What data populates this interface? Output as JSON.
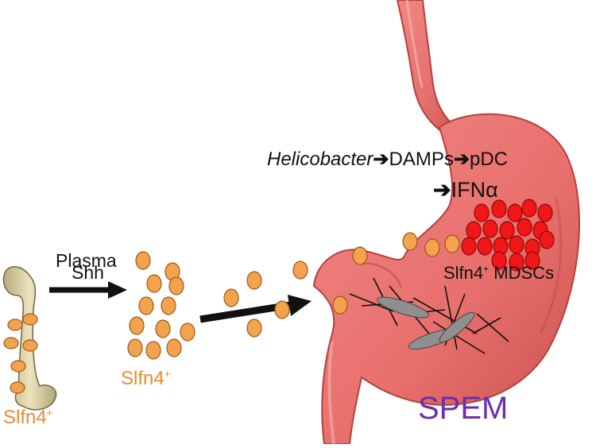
{
  "colors": {
    "cell_orange": "#f3a24e",
    "cell_outline": "#9a5a17",
    "mdsc_red": "#f21616",
    "mdsc_outline": "#8c0a0a",
    "stomach_fill": "#e8706d",
    "stomach_dark": "#b5403e",
    "bone": "#ddd2a4",
    "arrow": "#111111",
    "spem_text": "#6b2fa8",
    "slfn4_text": "#e98a30"
  },
  "icons": [
    "femur-bone-icon",
    "stomach-icon",
    "cell-icon",
    "arrow-icon"
  ],
  "labels": {
    "plasma": "Plasma",
    "shh": "Shh",
    "slfn4_bone": "Slfn4",
    "slfn4_plasma": "Slfn4",
    "sup_plus": "+",
    "helicobacter": "Helicobacter",
    "damps": "DAMPs",
    "pdc": "pDC",
    "ifn": "IFNα",
    "mdsc_prefix": "Slfn4",
    "mdsc_suffix": "MDSCs",
    "spem": "SPEM"
  },
  "symbols": {
    "arrow": "➔"
  }
}
